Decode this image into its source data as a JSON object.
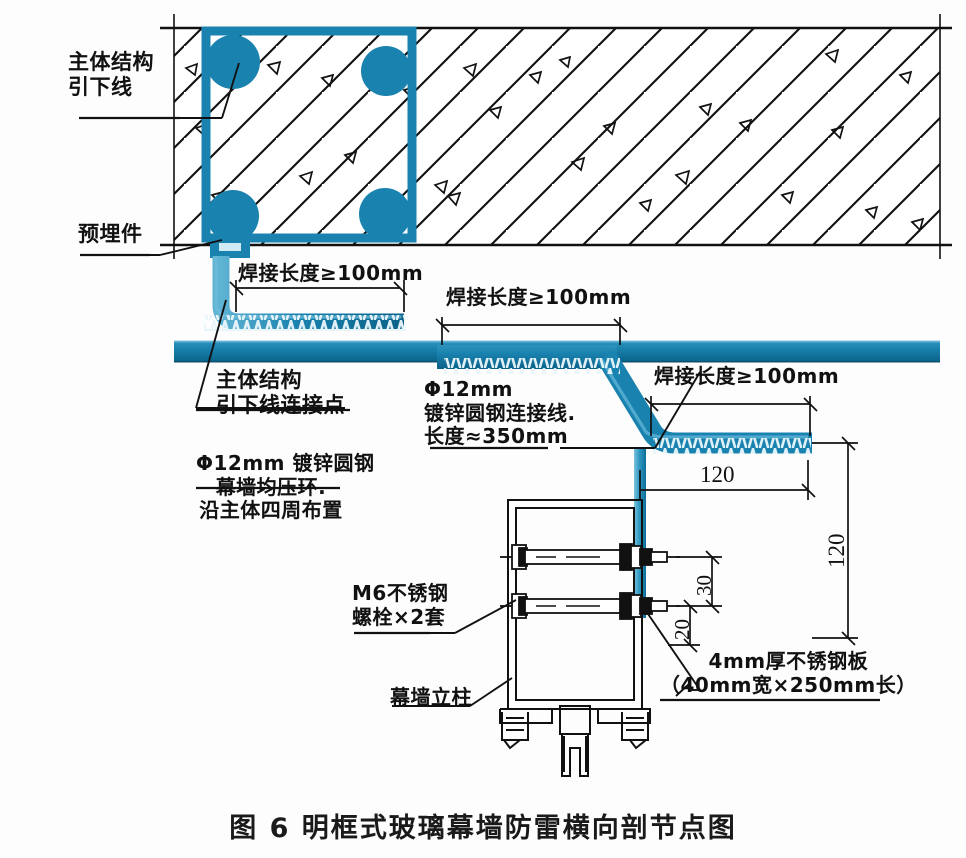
{
  "figure": {
    "title": "图 6   明框式玻璃幕墙防雷横向剖节点图",
    "accent_color": "#1a82ae",
    "accent_dark": "#0d6b93",
    "line_color": "#111111"
  },
  "labels": {
    "main_structure_downlead": "主体结构\n引下线",
    "embedded_part": "预埋件",
    "weld_len_1": "焊接长度≥100mm",
    "weld_len_2": "焊接长度≥100mm",
    "weld_len_3": "焊接长度≥100mm",
    "downlead_connect_point": "主体结构\n引下线连接点",
    "equipotential_ring": "Φ12mm 镀锌圆钢\n幕墙均压环.\n沿主体四周布置",
    "connect_wire": "Φ12mm\n镀锌圆钢连接线.\n长度≈350mm",
    "m6_bolt": "M6不锈钢\n螺栓×2套",
    "mullion": "幕墙立柱",
    "steel_plate": "4mm厚不锈钢板\n（40mm宽×250mm长）"
  },
  "dimensions": {
    "horizontal_120": "120",
    "vertical_120": "120",
    "stack_30": "30",
    "stack_20": "20"
  },
  "icons": {
    "concrete_hatch": "concrete-hatch-icon",
    "rebar_cage": "rebar-cage-icon",
    "weld_bead": "weld-bead-icon",
    "bolt": "bolt-icon",
    "mullion_profile": "mullion-profile-icon",
    "dim_arrow": "dimension-arrow-icon",
    "leader_line": "leader-line-icon"
  }
}
